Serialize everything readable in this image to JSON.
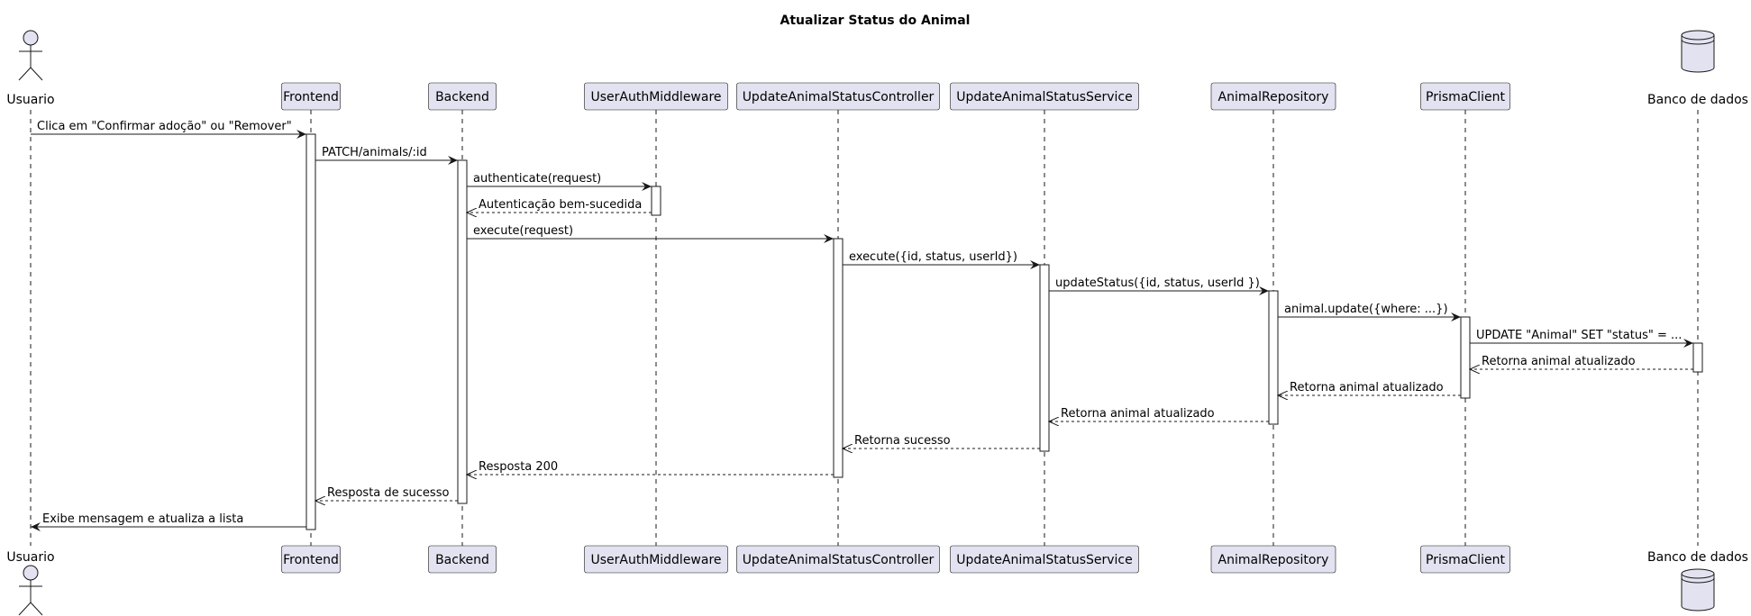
{
  "title": "Atualizar Status do Animal",
  "colors": {
    "participant_fill": "#e2e2f0",
    "participant_stroke": "#181818",
    "activation_fill": "#ffffff",
    "line": "#181818",
    "lifeline": "#181818"
  },
  "participants": [
    {
      "id": "usuario",
      "label": "Usuario",
      "kind": "actor"
    },
    {
      "id": "frontend",
      "label": "Frontend",
      "kind": "participant"
    },
    {
      "id": "backend",
      "label": "Backend",
      "kind": "participant"
    },
    {
      "id": "middleware",
      "label": "UserAuthMiddleware",
      "kind": "participant"
    },
    {
      "id": "controller",
      "label": "UpdateAnimalStatusController",
      "kind": "participant"
    },
    {
      "id": "service",
      "label": "UpdateAnimalStatusService",
      "kind": "participant"
    },
    {
      "id": "repository",
      "label": "AnimalRepository",
      "kind": "participant"
    },
    {
      "id": "prisma",
      "label": "PrismaClient",
      "kind": "participant"
    },
    {
      "id": "db",
      "label": "Banco de dados",
      "kind": "database"
    }
  ],
  "messages": [
    {
      "from": "usuario",
      "to": "frontend",
      "label": "Clica em \"Confirmar adoção\" ou \"Remover\"",
      "style": "solid"
    },
    {
      "from": "frontend",
      "to": "backend",
      "label": "PATCH/animals/:id",
      "style": "solid"
    },
    {
      "from": "backend",
      "to": "middleware",
      "label": "authenticate(request)",
      "style": "solid"
    },
    {
      "from": "middleware",
      "to": "backend",
      "label": "Autenticação bem-sucedida",
      "style": "dashed"
    },
    {
      "from": "backend",
      "to": "controller",
      "label": "execute(request)",
      "style": "solid"
    },
    {
      "from": "controller",
      "to": "service",
      "label": "execute({id, status, userId})",
      "style": "solid"
    },
    {
      "from": "service",
      "to": "repository",
      "label": "updateStatus({id, status, userId })",
      "style": "solid"
    },
    {
      "from": "repository",
      "to": "prisma",
      "label": "animal.update({where: ...})",
      "style": "solid"
    },
    {
      "from": "prisma",
      "to": "db",
      "label": "UPDATE \"Animal\" SET \"status\" = ...",
      "style": "solid"
    },
    {
      "from": "db",
      "to": "prisma",
      "label": "Retorna animal atualizado",
      "style": "dashed"
    },
    {
      "from": "prisma",
      "to": "repository",
      "label": "Retorna animal atualizado",
      "style": "dashed"
    },
    {
      "from": "repository",
      "to": "service",
      "label": "Retorna animal atualizado",
      "style": "dashed"
    },
    {
      "from": "service",
      "to": "controller",
      "label": "Retorna sucesso",
      "style": "dashed"
    },
    {
      "from": "controller",
      "to": "backend",
      "label": "Resposta 200",
      "style": "dashed"
    },
    {
      "from": "backend",
      "to": "frontend",
      "label": "Resposta de sucesso",
      "style": "dashed"
    },
    {
      "from": "frontend",
      "to": "usuario",
      "label": "Exibe mensagem e atualiza a lista",
      "style": "solid"
    }
  ]
}
